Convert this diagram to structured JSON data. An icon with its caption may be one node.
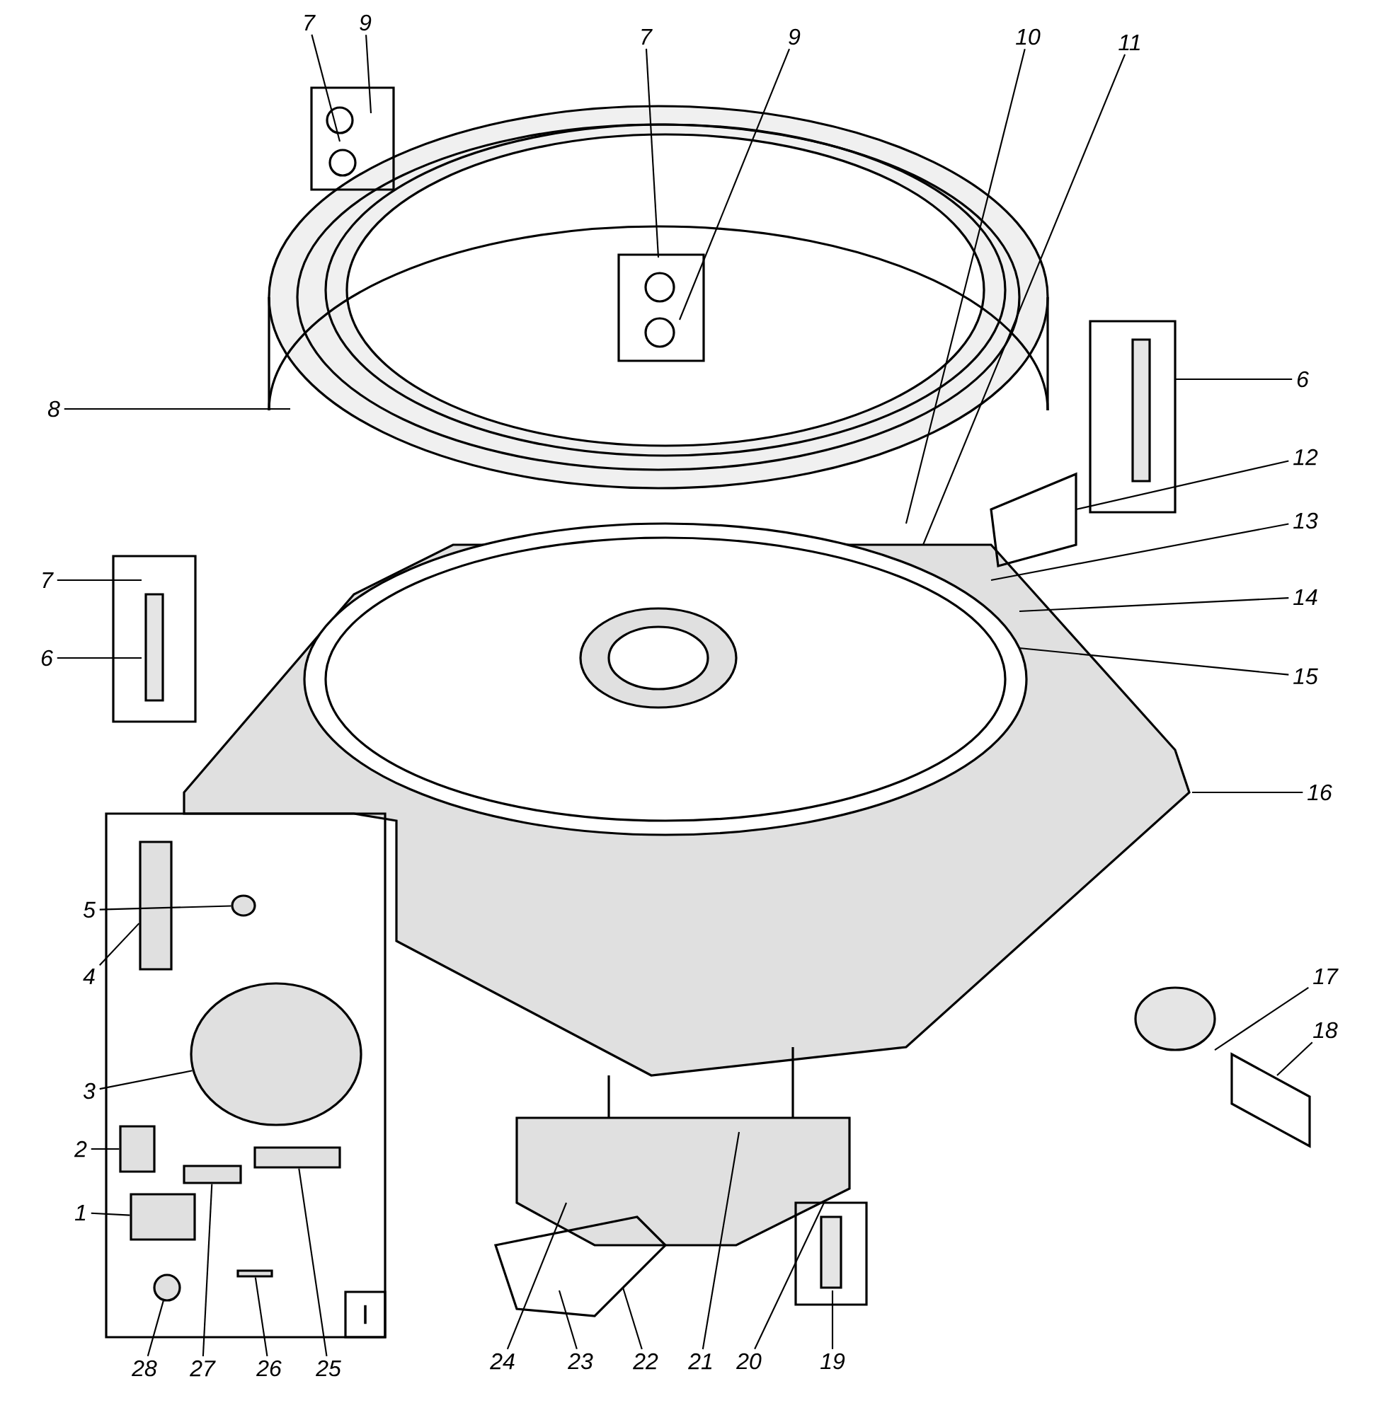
{
  "diagram": {
    "nodes": [
      {
        "text": [
          "7"
        ]
      },
      {
        "text": [
          "9"
        ]
      },
      {
        "text": [
          "7"
        ]
      },
      {
        "text": [
          "9"
        ]
      },
      {
        "text": [
          "10"
        ]
      },
      {
        "text": [
          "11"
        ]
      },
      {
        "text": [
          "6"
        ]
      },
      {
        "text": [
          "8"
        ]
      },
      {
        "text": [
          "12"
        ]
      },
      {
        "text": [
          "7"
        ]
      },
      {
        "text": [
          "13"
        ]
      },
      {
        "text": [
          "6"
        ]
      },
      {
        "text": [
          "14"
        ]
      },
      {
        "text": [
          "15"
        ]
      },
      {
        "text": [
          "16"
        ]
      },
      {
        "text": [
          "5"
        ]
      },
      {
        "text": [
          "4"
        ]
      },
      {
        "text": [
          "17"
        ]
      },
      {
        "text": [
          "18"
        ]
      },
      {
        "text": [
          "3"
        ]
      },
      {
        "text": [
          "2"
        ]
      },
      {
        "text": [
          "1"
        ]
      },
      {
        "text": [
          "I"
        ]
      },
      {
        "text": [
          "28"
        ]
      },
      {
        "text": [
          "27"
        ]
      },
      {
        "text": [
          "26"
        ]
      },
      {
        "text": [
          "25"
        ]
      },
      {
        "text": [
          "24"
        ]
      },
      {
        "text": [
          "23"
        ]
      },
      {
        "text": [
          "22"
        ]
      },
      {
        "text": [
          "21"
        ]
      },
      {
        "text": [
          "20"
        ]
      },
      {
        "text": [
          "19"
        ]
      },
      {
        "text": [],
        "shape": "circle",
        "in": 22
      },
      {
        "text": [],
        "shape": "box",
        "in": 22
      },
      {
        "text": [],
        "shape": "circle",
        "in": 22
      },
      {
        "text": [],
        "shape": "box",
        "in": 22
      },
      {
        "text": [],
        "shape": "box",
        "in": 22
      },
      {
        "text": [],
        "shape": "box",
        "in": 22
      },
      {
        "text": [],
        "shape": "box",
        "in": 22
      },
      {
        "text": [],
        "shape": "circle",
        "in": 22
      },
      {
        "text": [],
        "shape": "box",
        "in": 22
      }
    ],
    "edges": [
      {
        "from": 0,
        "to": null,
        "arrow": "none"
      },
      {
        "from": 1,
        "to": null,
        "arrow": "none"
      },
      {
        "from": 2,
        "to": null,
        "arrow": "none"
      },
      {
        "from": 3,
        "to": null,
        "arrow": "none"
      },
      {
        "from": 4,
        "to": null,
        "arrow": "none"
      },
      {
        "from": 5,
        "to": null,
        "arrow": "none"
      },
      {
        "from": 6,
        "to": null,
        "arrow": "none"
      },
      {
        "from": 7,
        "to": null,
        "arrow": "none"
      },
      {
        "from": 8,
        "to": null,
        "arrow": "none"
      },
      {
        "from": 9,
        "to": null,
        "arrow": "none"
      },
      {
        "from": 10,
        "to": null,
        "arrow": "none"
      },
      {
        "from": 11,
        "to": null,
        "arrow": "none"
      },
      {
        "from": 12,
        "to": null,
        "arrow": "none"
      },
      {
        "from": 13,
        "to": null,
        "arrow": "none"
      },
      {
        "from": 14,
        "to": null,
        "arrow": "none"
      },
      {
        "from": 15,
        "to": 33,
        "arrow": "none"
      },
      {
        "from": 16,
        "to": 34,
        "arrow": "none"
      },
      {
        "from": 17,
        "to": null,
        "arrow": "none"
      },
      {
        "from": 18,
        "to": null,
        "arrow": "none"
      },
      {
        "from": 19,
        "to": 35,
        "arrow": "none"
      },
      {
        "from": 20,
        "to": 38,
        "arrow": "none"
      },
      {
        "from": 21,
        "to": 39,
        "arrow": "none"
      },
      {
        "from": 23,
        "to": 40,
        "arrow": "none"
      },
      {
        "from": 24,
        "to": 37,
        "arrow": "none"
      },
      {
        "from": 25,
        "to": 41,
        "arrow": "none"
      },
      {
        "from": 26,
        "to": 36,
        "arrow": "none"
      },
      {
        "from": 27,
        "to": null,
        "arrow": "none"
      },
      {
        "from": 28,
        "to": null,
        "arrow": "none"
      },
      {
        "from": 29,
        "to": null,
        "arrow": "none"
      },
      {
        "from": 30,
        "to": null,
        "arrow": "none"
      },
      {
        "from": 31,
        "to": null,
        "arrow": "none"
      },
      {
        "from": 32,
        "to": null,
        "arrow": "none"
      }
    ]
  }
}
